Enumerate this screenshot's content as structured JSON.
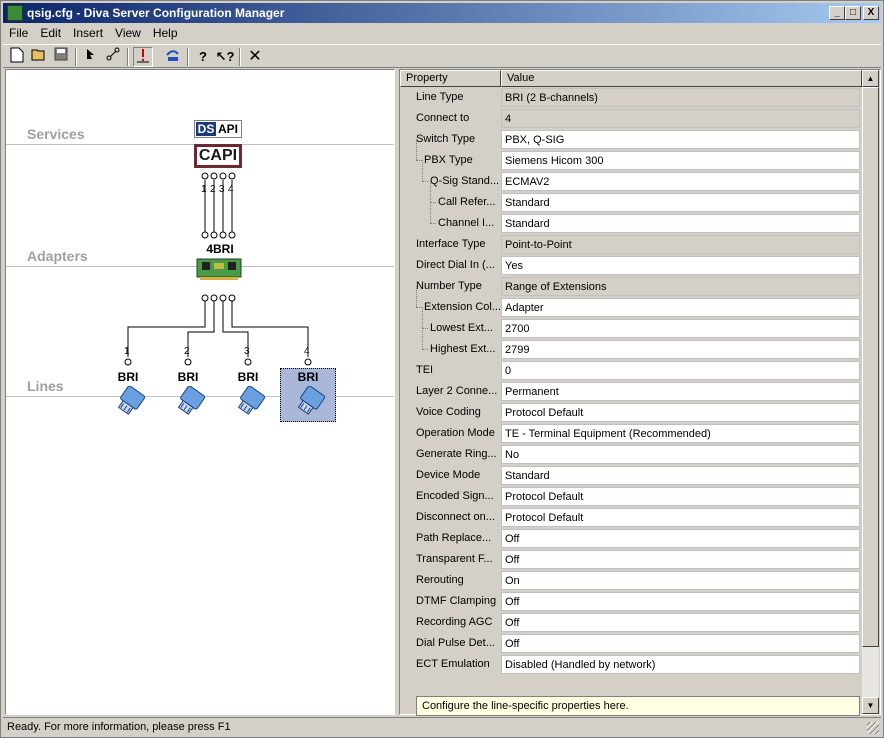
{
  "window": {
    "title": "qsig.cfg - Diva Server Configuration Manager",
    "btn_min": "_",
    "btn_max": "□",
    "btn_close": "X"
  },
  "menu": [
    "File",
    "Edit",
    "Insert",
    "View",
    "Help"
  ],
  "toolbar": [
    "new-icon",
    "open-icon",
    "save-icon",
    "pointer-icon",
    "connect-icon",
    "line-test-icon",
    "wizard-icon",
    "help-icon",
    "context-help-icon",
    "delete-icon"
  ],
  "diagram": {
    "sections": [
      "Services",
      "Adapters",
      "Lines"
    ],
    "services": {
      "dsapi_ds": "DS",
      "dsapi_api": "API",
      "capi": "CAPI"
    },
    "service_ports": [
      "1",
      "2",
      "3",
      "4"
    ],
    "adapter_label": "4BRI",
    "lines": [
      {
        "num": "1",
        "label": "BRI"
      },
      {
        "num": "2",
        "label": "BRI"
      },
      {
        "num": "3",
        "label": "BRI"
      },
      {
        "num": "4",
        "label": "BRI"
      }
    ],
    "selected_line": 3
  },
  "grid": {
    "header_property": "Property",
    "header_value": "Value",
    "rows": [
      {
        "name": "Line Type",
        "value": "BRI (2 B-channels)",
        "ro": true,
        "indent": 0
      },
      {
        "name": "Connect to",
        "value": "4",
        "ro": true,
        "indent": 0
      },
      {
        "name": "Switch Type",
        "value": "PBX, Q-SIG",
        "ro": false,
        "indent": 0
      },
      {
        "name": "PBX Type",
        "value": "Siemens Hicom 300",
        "ro": false,
        "indent": 1
      },
      {
        "name": "Q-Sig Stand...",
        "value": "ECMAV2",
        "ro": false,
        "indent": 2
      },
      {
        "name": "Call Refer...",
        "value": "Standard",
        "ro": false,
        "indent": 3
      },
      {
        "name": "Channel I...",
        "value": "Standard",
        "ro": false,
        "indent": 3
      },
      {
        "name": "Interface Type",
        "value": "Point-to-Point",
        "ro": true,
        "indent": 0
      },
      {
        "name": "Direct Dial In (...",
        "value": "Yes",
        "ro": false,
        "indent": 0
      },
      {
        "name": "Number Type",
        "value": "Range of Extensions",
        "ro": true,
        "indent": 0
      },
      {
        "name": "Extension Col...",
        "value": "Adapter",
        "ro": false,
        "indent": 1
      },
      {
        "name": "Lowest Ext...",
        "value": "2700",
        "ro": false,
        "indent": 2
      },
      {
        "name": "Highest Ext...",
        "value": "2799",
        "ro": false,
        "indent": 2
      },
      {
        "name": "TEI",
        "value": "0",
        "ro": false,
        "indent": 0
      },
      {
        "name": "Layer 2 Conne...",
        "value": "Permanent",
        "ro": false,
        "indent": 0
      },
      {
        "name": "Voice Coding",
        "value": "Protocol Default",
        "ro": false,
        "indent": 0
      },
      {
        "name": "Operation Mode",
        "value": "TE - Terminal Equipment (Recommended)",
        "ro": false,
        "indent": 0
      },
      {
        "name": "Generate Ring...",
        "value": "No",
        "ro": false,
        "indent": 0
      },
      {
        "name": "Device Mode",
        "value": "Standard",
        "ro": false,
        "indent": 0
      },
      {
        "name": "Encoded Sign...",
        "value": "Protocol Default",
        "ro": false,
        "indent": 0
      },
      {
        "name": "Disconnect on...",
        "value": "Protocol Default",
        "ro": false,
        "indent": 0
      },
      {
        "name": "Path Replace...",
        "value": "Off",
        "ro": false,
        "indent": 0
      },
      {
        "name": "Transparent F...",
        "value": "Off",
        "ro": false,
        "indent": 0
      },
      {
        "name": "Rerouting",
        "value": "On",
        "ro": false,
        "indent": 0
      },
      {
        "name": "DTMF Clamping",
        "value": "Off",
        "ro": false,
        "indent": 0
      },
      {
        "name": "Recording AGC",
        "value": "Off",
        "ro": false,
        "indent": 0
      },
      {
        "name": "Dial Pulse Det...",
        "value": "Off",
        "ro": false,
        "indent": 0
      },
      {
        "name": "ECT Emulation",
        "value": "Disabled (Handled by network)",
        "ro": false,
        "indent": 0
      }
    ]
  },
  "description": "Configure the line-specific properties here.",
  "status": "Ready. For more information, please press F1"
}
